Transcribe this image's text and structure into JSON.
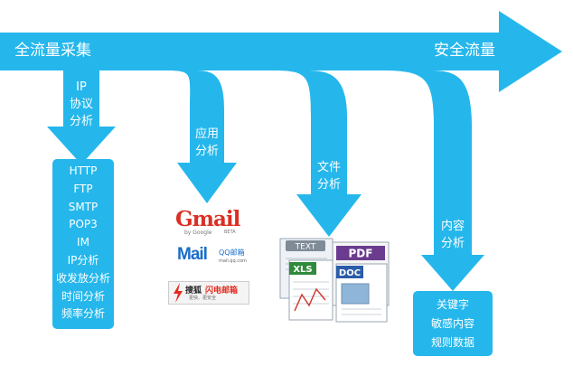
{
  "main_flow": {
    "start_label": "全流量采集",
    "end_label": "安全流量",
    "color": "#25b7ec"
  },
  "branches": [
    {
      "id": "ip",
      "lines": [
        "IP",
        "协议",
        "分析"
      ]
    },
    {
      "id": "app",
      "lines": [
        "应用",
        "分析"
      ]
    },
    {
      "id": "file",
      "lines": [
        "文件",
        "分析"
      ]
    },
    {
      "id": "content",
      "lines": [
        "内容",
        "分析"
      ]
    }
  ],
  "ip_box": {
    "items": [
      "HTTP",
      "FTP",
      "SMTP",
      "POP3",
      "IM",
      "IP分析",
      "收发放分析",
      "时间分析",
      "频率分析"
    ]
  },
  "content_box": {
    "items": [
      "关键字",
      "敏感内容",
      "规则数据"
    ]
  },
  "mail_logos": {
    "gmail": {
      "text": "Gmail",
      "by": "by Google",
      "beta": "BETA"
    },
    "qqmail": {
      "text": "Mail",
      "brand": "QQ邮箱",
      "url": "mail.qq.com"
    },
    "sohu": {
      "text": "搜狐",
      "brand": "闪电邮箱",
      "sub": "更快、更安全"
    }
  },
  "file_icons": [
    "TEXT",
    "XLS",
    "PDF",
    "DOC"
  ]
}
